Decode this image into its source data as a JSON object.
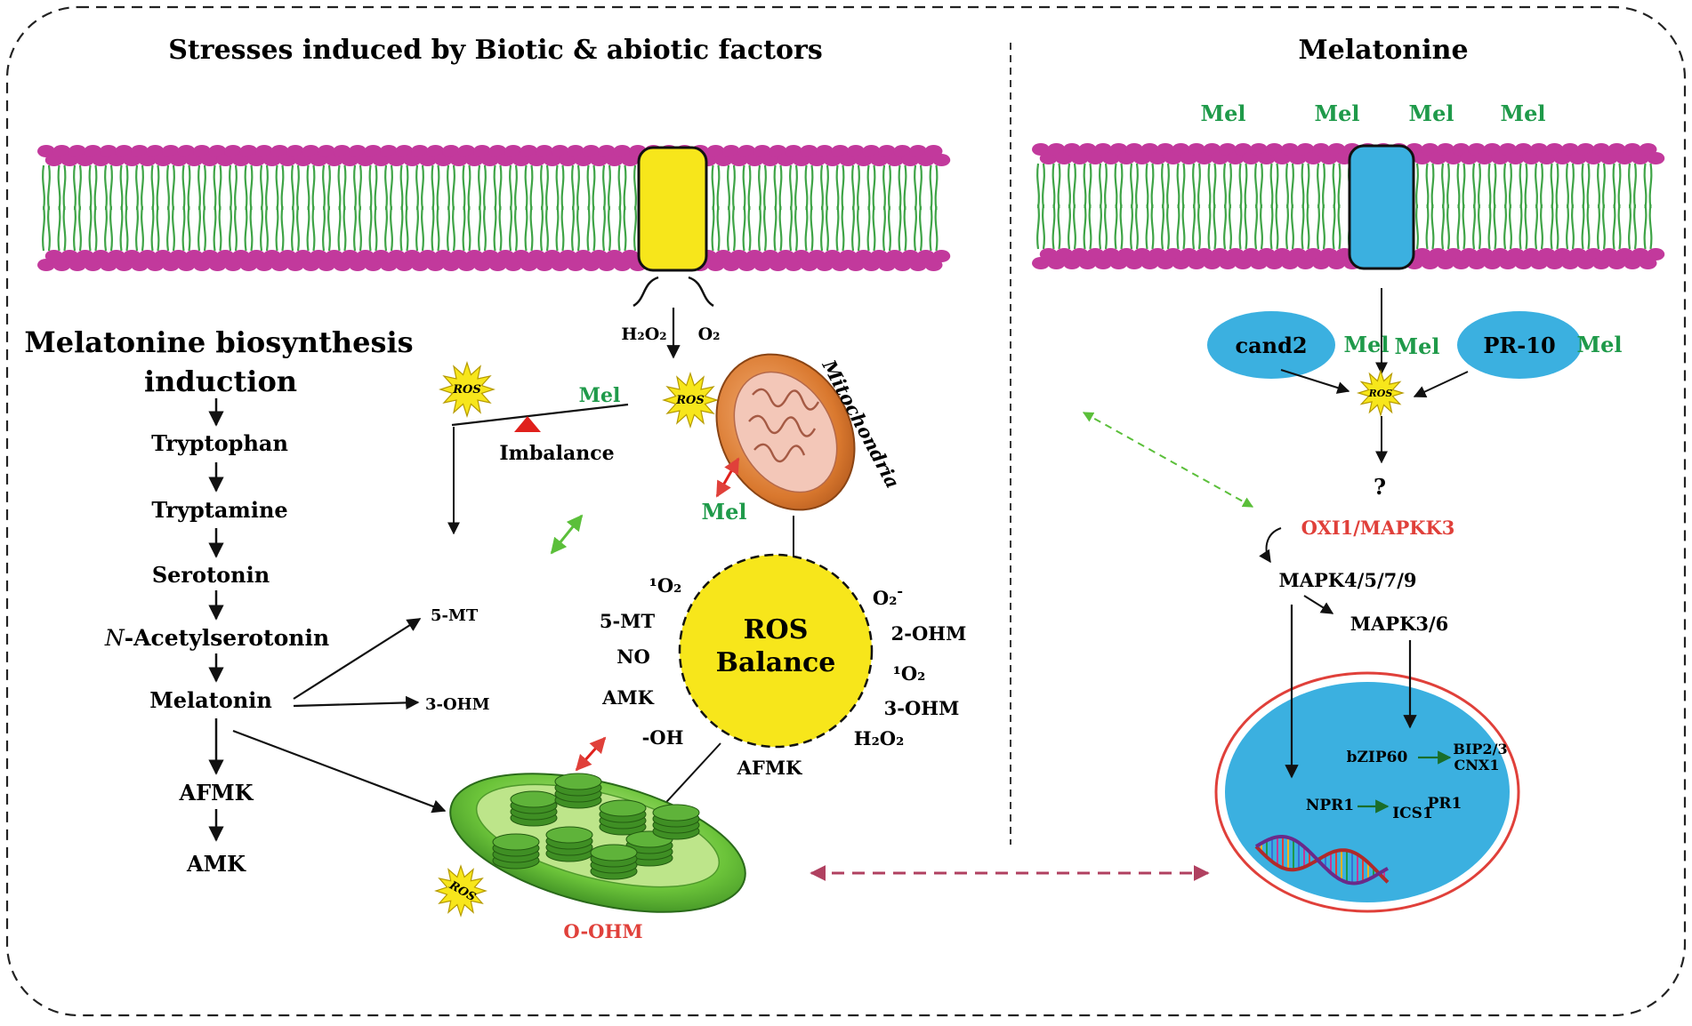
{
  "left_panel": {
    "title": "Stresses induced by Biotic & abiotic factors",
    "biosynthesis_title_line1": "Melatonine biosynthesis",
    "biosynthesis_title_line2": "induction",
    "pathway": [
      "Tryptophan",
      "Tryptamine",
      "Serotonin",
      "-Acetylserotonin",
      "Melatonin",
      "AFMK",
      "AMK"
    ],
    "n_prefix": "N",
    "branches": [
      "5-MT",
      "3-OHM"
    ],
    "channel_products": [
      "H₂O₂",
      "O₂"
    ],
    "ros_badge": "ROS",
    "imbalance_mel": "Mel",
    "imbalance_label": "Imbalance",
    "mitochondria_label": "Mitochondria",
    "mito_mel": "Mel",
    "ros_balance_line1": "ROS",
    "ros_balance_line2": "Balance",
    "ros_left": [
      "5-MT",
      "NO",
      "AMK",
      "-OH"
    ],
    "ros_left_top": "¹O₂",
    "ros_right_top": "O₂",
    "ros_right_top_sup": "-",
    "ros_right": [
      "2-OHM",
      "¹O₂",
      "3-OHM",
      "H₂O₂"
    ],
    "ros_bottom": "AFMK",
    "chloroplast_label": "O-OHM"
  },
  "right_panel": {
    "title": "Melatonine",
    "mel_top": [
      "Mel",
      "Mel",
      "Mel",
      "Mel"
    ],
    "receptor_left": "cand2",
    "receptor_right": "PR-10",
    "mel_near_left": "Mel",
    "mel_center": "Mel",
    "mel_near_right": "Mel",
    "ros_badge": "ROS",
    "question": "?",
    "oxi": "OXI1/MAPKK3",
    "mapk_a": "MAPK4/5/7/9",
    "mapk_b": "MAPK3/6",
    "bzip": "bZIP60",
    "bip_line1": "BIP2/3",
    "bip_line2": "CNX1",
    "npr": "NPR1",
    "ics": "ICS1",
    "pr1": "PR1"
  },
  "colors": {
    "membrane_head": "#c2399c",
    "membrane_tail": "#3fa447",
    "channel_left": "#f7e61b",
    "channel_right": "#3bb0e0",
    "ros_circle": "#f7e61b",
    "nucleus": "#3bb0e0",
    "nucleus_ring": "#e0403a",
    "mel_green": "#1f9a4a",
    "red_text": "#e0403a",
    "dashed_link": "#b04060"
  }
}
